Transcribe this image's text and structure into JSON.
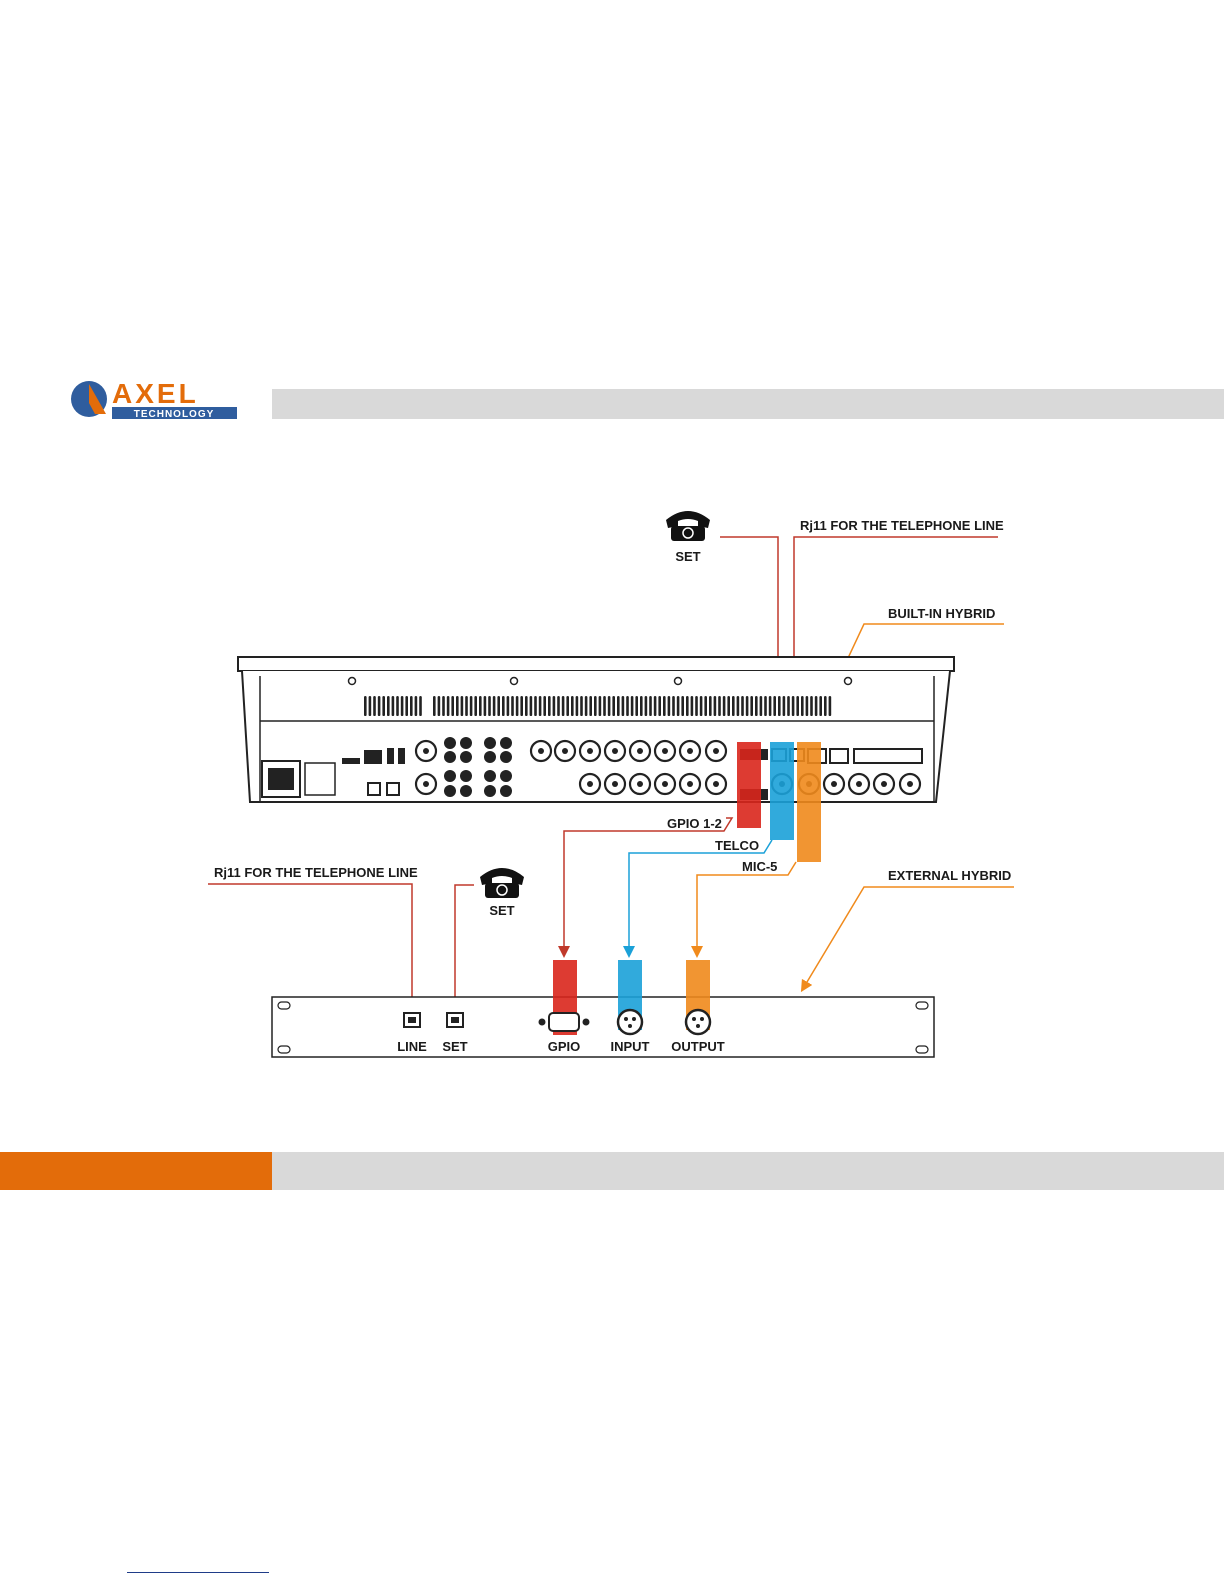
{
  "brand": {
    "name": "AXEL",
    "sub": "TECHNOLOGY",
    "colors": {
      "orange": "#e36c0a",
      "blue": "#2f5d9e",
      "navy": "#1f3c88"
    }
  },
  "diagram": {
    "set_top": "SET",
    "rj11_top": "Rj11 FOR THE TELEPHONE LINE",
    "built_in_hybrid": "BUILT-IN HYBRID",
    "gpio_12": "GPIO 1-2",
    "telco": "TELCO",
    "mic5": "MIC-5",
    "rj11_left": "Rj11 FOR THE TELEPHONE LINE",
    "set_bottom": "SET",
    "external_hybrid": "EXTERNAL HYBRID",
    "rack_line": "LINE",
    "rack_set": "SET",
    "rack_gpio": "GPIO",
    "rack_input": "INPUT",
    "rack_output": "OUTPUT",
    "colors": {
      "red": "#d9261c",
      "blue": "#1ba1d8",
      "orange": "#f08a1c",
      "line": "#b84a3a"
    }
  }
}
